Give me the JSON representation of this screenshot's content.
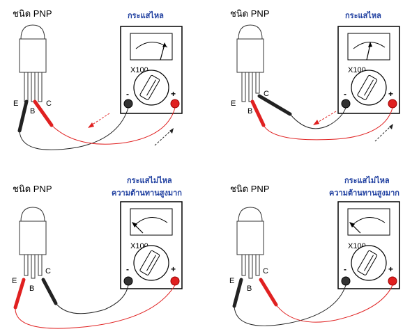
{
  "panels": [
    {
      "type_label": "ชนิด PNP",
      "caption_lines": [
        "กระแสไหล"
      ],
      "pin_labels": [
        "E",
        "B",
        "C"
      ],
      "scale_label": "X100",
      "minus_label": "-",
      "plus_label": "+",
      "needle": "deflected",
      "black_probe": "E",
      "red_probe": "B"
    },
    {
      "type_label": "ชนิด PNP",
      "caption_lines": [
        "กระแสไหล"
      ],
      "pin_labels": [
        "E",
        "B",
        "C"
      ],
      "scale_label": "X100",
      "minus_label": "-",
      "plus_label": "+",
      "needle": "deflected",
      "black_probe": "C",
      "red_probe": "B"
    },
    {
      "type_label": "ชนิด PNP",
      "caption_lines": [
        "กระแสไม่ไหล",
        "ความต้านทานสูงมาก"
      ],
      "pin_labels": [
        "E",
        "B",
        "C"
      ],
      "scale_label": "X100",
      "minus_label": "-",
      "plus_label": "+",
      "needle": "rest",
      "black_probe": "C",
      "red_probe": "E"
    },
    {
      "type_label": "ชนิด PNP",
      "caption_lines": [
        "กระแสไม่ไหล",
        "ความต้านทานสูงมาก"
      ],
      "pin_labels": [
        "E",
        "B",
        "C"
      ],
      "scale_label": "X100",
      "minus_label": "-",
      "plus_label": "+",
      "needle": "rest",
      "black_probe": "E",
      "red_probe": "C"
    }
  ],
  "colors": {
    "red_lead": "#e02020",
    "black_lead": "#222222",
    "caption": "#1f3fa0",
    "current_arrow": "#e02020"
  }
}
